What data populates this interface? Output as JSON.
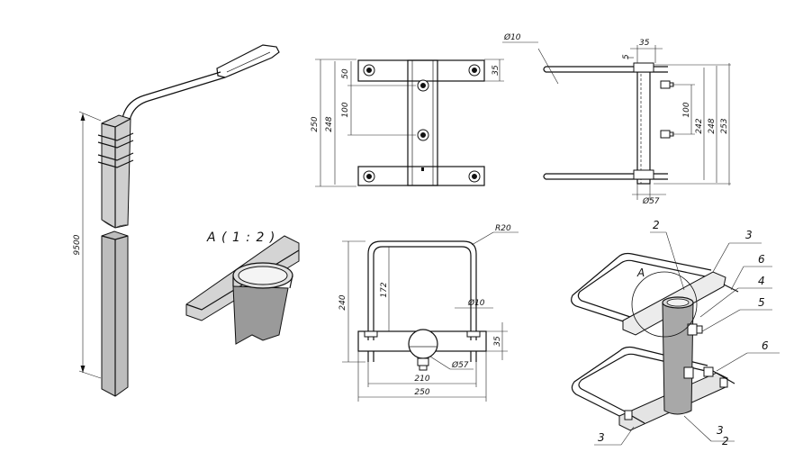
{
  "pole_view": {
    "height_dim": "9500"
  },
  "detail_view": {
    "title": "A ( 1 : 2 )"
  },
  "front_view": {
    "dims": {
      "total_height": "250",
      "inner_height": "248",
      "top_offset": "50",
      "hole_spacing": "100",
      "top_right": "35"
    }
  },
  "side_view": {
    "dims": {
      "rod_diameter": "Ø10",
      "top_width": "35",
      "small_gap": "5",
      "hole_spacing": "100",
      "d242": "242",
      "d248": "248",
      "d253": "253",
      "tube_diameter": "Ø57"
    }
  },
  "top_view": {
    "dims": {
      "bend_radius": "R20",
      "height_240": "240",
      "height_172": "172",
      "rod_diameter": "Ø10",
      "right_35": "35",
      "tube_diameter": "Ø57",
      "width_210": "210",
      "width_250": "250"
    }
  },
  "iso_view": {
    "callouts": {
      "c2_top": "2",
      "c3_top": "3",
      "c6_upper": "6",
      "c4": "4",
      "c5": "5",
      "c6_lower": "6",
      "c3_bottom_left": "3",
      "c3_bottom_right": "3",
      "c2_bottom": "2",
      "detail_ref": "A"
    }
  }
}
